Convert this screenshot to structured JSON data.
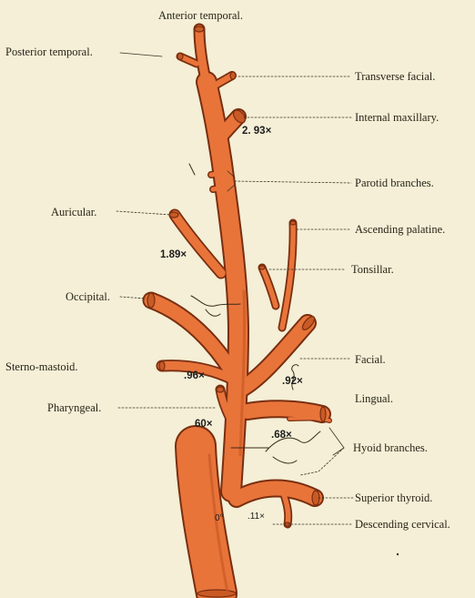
{
  "labels": {
    "anterior_temporal": "Anterior temporal.",
    "posterior_temporal": "Posterior temporal.",
    "transverse_facial": "Transverse facial.",
    "internal_maxillary": "Internal maxillary.",
    "parotid_branches": "Parotid branches.",
    "auricular": "Auricular.",
    "ascending_palatine": "Ascending palatine.",
    "tonsillar": "Tonsillar.",
    "occipital": "Occipital.",
    "sterno_mastoid": "Sterno-mastoid.",
    "facial": "Facial.",
    "lingual": "Lingual.",
    "pharyngeal": "Pharyngeal.",
    "hyoid_branches": "Hyoid branches.",
    "superior_thyroid": "Superior thyroid.",
    "descending_cervical": "Descending cervical."
  },
  "measurements": {
    "internal_maxillary": "2. 93×",
    "auricular": "1.89×",
    "sterno_mastoid": ".96×",
    "lingual": ".92×",
    "pharyngeal": "60×",
    "hyoid": ".68×",
    "descending_cervical": ".11×",
    "trunk_marker": "0°"
  },
  "colors": {
    "background": "#f4efd6",
    "artery": "#e8743a",
    "artery_outline": "#7a2e10",
    "artery_shade": "#c95a25",
    "leader": "#3a3226",
    "text": "#2a2418"
  }
}
